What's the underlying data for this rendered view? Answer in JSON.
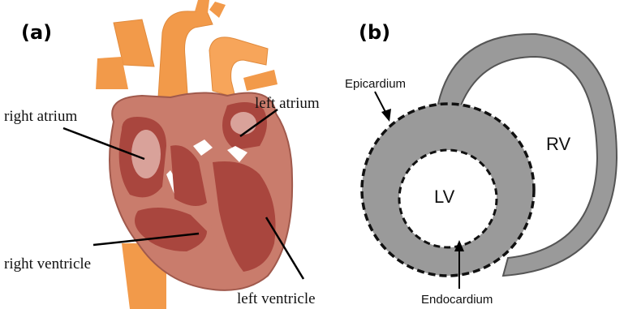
{
  "panels": {
    "a": {
      "label": "(a)"
    },
    "b": {
      "label": "(b)"
    }
  },
  "heart_labels": {
    "right_atrium": "right atrium",
    "left_atrium": "left atrium",
    "right_ventricle": "right ventricle",
    "left_ventricle": "left ventricle"
  },
  "cross_section_labels": {
    "epicardium": "Epicardium",
    "endocardium": "Endocardium",
    "lv": "LV",
    "rv": "RV"
  },
  "colors": {
    "vessel": "#f29a4a",
    "heart_wall": "#c97c6c",
    "chamber": "#a9463e",
    "chamber_highlight": "#d9a29a",
    "myocardium_gray": "#9a9a9a",
    "dashed_border": "#111111"
  }
}
